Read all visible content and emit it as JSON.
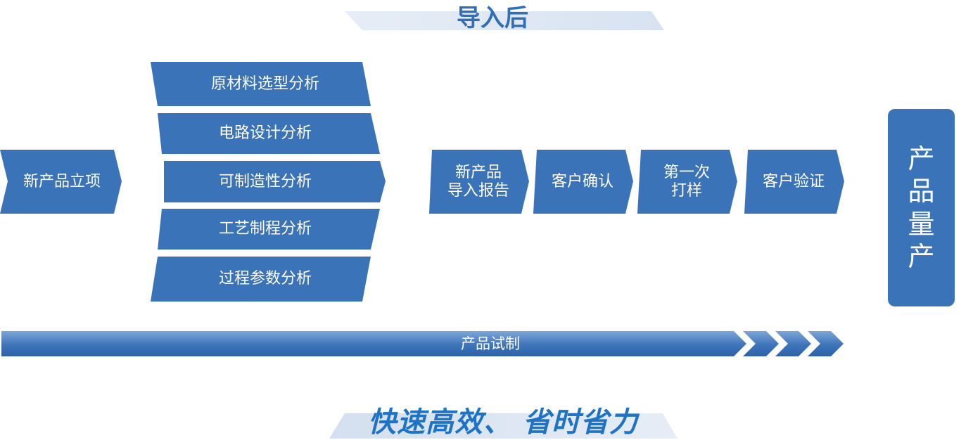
{
  "header": {
    "title": "导入后"
  },
  "start_step": {
    "label": "新产品立项"
  },
  "analysis_steps": [
    {
      "label": "原材料选型分析"
    },
    {
      "label": "电路设计分析"
    },
    {
      "label": "可制造性分析"
    },
    {
      "label": "工艺制程分析"
    },
    {
      "label": "过程参数分析"
    }
  ],
  "process_steps": [
    {
      "label": "新产品\n导入报告"
    },
    {
      "label": "客户确认"
    },
    {
      "label": "第一次\n打样"
    },
    {
      "label": "客户验证"
    }
  ],
  "final_step": {
    "chars": [
      "产",
      "品",
      "量",
      "产"
    ]
  },
  "trial_bar": {
    "label": "产品试制"
  },
  "slogan": {
    "text": "快速高效、 省时省力"
  },
  "colors": {
    "box_blue": "#3b73b9",
    "dark_blue": "#3569ae",
    "band_light": "#dde6f2",
    "heading_blue": "#2e6fb7",
    "slogan_blue": "#1f72c4"
  }
}
